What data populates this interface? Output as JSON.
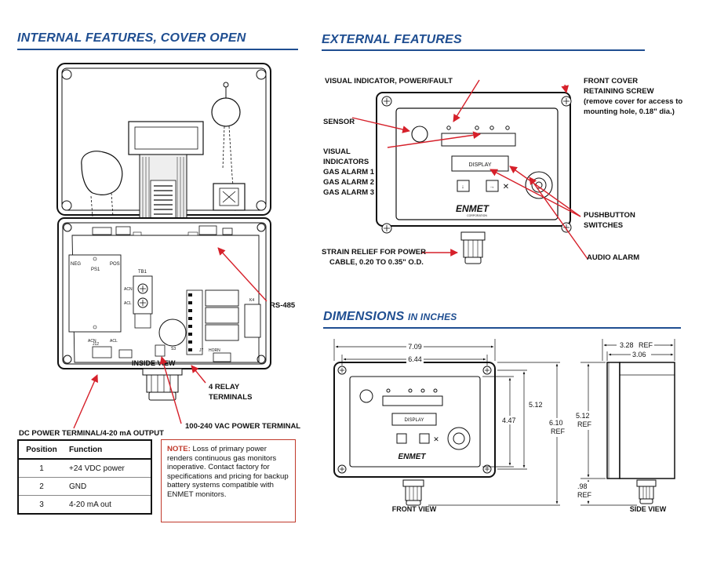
{
  "titles": {
    "internal": "INTERNAL FEATURES, COVER OPEN",
    "external": "EXTERNAL FEATURES",
    "dimensions": "DIMENSIONS",
    "dimensions_sub": "IN INCHES"
  },
  "internal_labels": {
    "rs485": "RS-485",
    "relay_1": "4 RELAY",
    "relay_2": "TERMINALS",
    "power_terminal": "100-240 VAC POWER TERMINAL",
    "inside_view": "INSIDE VIEW",
    "board": {
      "neg": "NEG",
      "ps1": "PS1",
      "pos": "POS",
      "tb1": "TB1",
      "acn": "ACN",
      "acl": "ACL",
      "acn2": "ACN",
      "acl2": "ACL",
      "j12": "J12",
      "k4": "K4",
      "s3": "S3",
      "horn": "HORN",
      "j7": "J7"
    }
  },
  "external_labels": {
    "visual_indicator": "VISUAL INDICATOR, POWER/FAULT",
    "sensor": "SENSOR",
    "visual_1": "VISUAL",
    "visual_2": "INDICATORS",
    "visual_3": "GAS ALARM 1",
    "visual_4": "GAS ALARM 2",
    "visual_5": "GAS ALARM 3",
    "front_cover_1": "FRONT COVER",
    "front_cover_2": "RETAINING SCREW",
    "front_cover_3": "(remove cover for access to",
    "front_cover_4": "mounting hole, 0.18\" dia.)",
    "pushbutton_1": "PUSHBUTTON",
    "pushbutton_2": "SWITCHES",
    "audio_alarm": "AUDIO ALARM",
    "strain_1": "STRAIN RELIEF FOR POWER",
    "strain_2": "CABLE, 0.20 TO 0.35\" O.D.",
    "display": "DISPLAY",
    "brand": "ENMET",
    "brand_sub": "CORPORATION"
  },
  "dimensions": {
    "w_total": "7.09",
    "w_inner": "6.44",
    "h_inner": "5.12",
    "h_panel": "4.47",
    "h_total_1": "6.10",
    "h_total_2": "REF",
    "side_total": "3.28",
    "side_total_ref": "REF",
    "side_inner": "3.06",
    "side_h_1": "5.12",
    "side_h_2": "REF",
    "side_bottom_1": ".98",
    "side_bottom_2": "REF",
    "front_view": "FRONT VIEW",
    "side_view": "SIDE VIEW"
  },
  "dc_table": {
    "title": "DC POWER TERMINAL/4-20 mA OUTPUT",
    "headers": [
      "Position",
      "Function"
    ],
    "rows": [
      [
        "1",
        "+24 VDC power"
      ],
      [
        "2",
        "GND"
      ],
      [
        "3",
        "4-20 mA out"
      ]
    ]
  },
  "note": {
    "heading": "NOTE:",
    "text": " Loss of primary power renders continuous gas monitors inoperative.  Contact factory for specifications and pricing for backup battery systems compatible with ENMET monitors."
  },
  "colors": {
    "title": "#1f4e91",
    "arrow": "#d6202a",
    "note_border": "#c0392b"
  }
}
